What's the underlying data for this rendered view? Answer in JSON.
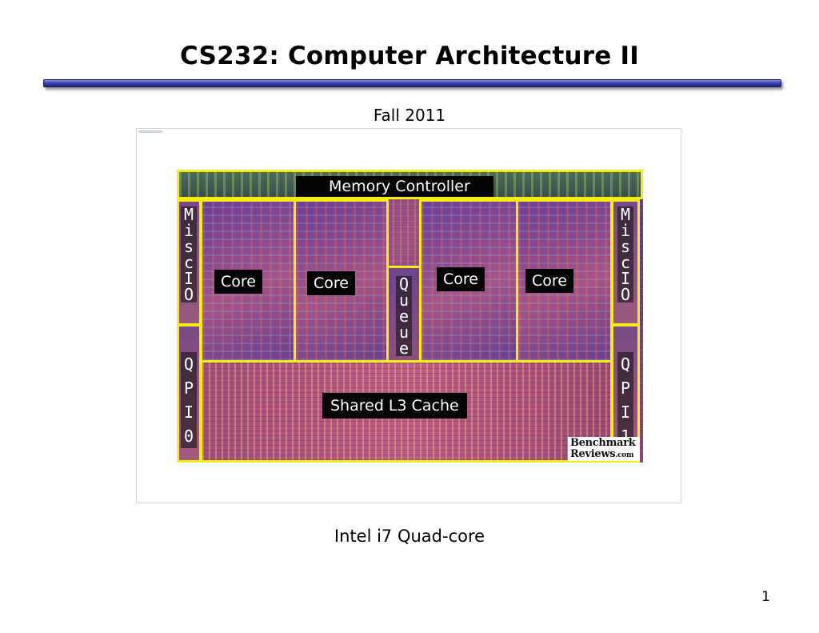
{
  "slide": {
    "title": "CS232: Computer Architecture II",
    "subtitle": "Fall 2011",
    "caption": "Intel i7 Quad-core",
    "page_number": "1"
  },
  "die": {
    "memory_controller": "Memory Controller",
    "cores": [
      "Core",
      "Core",
      "Core",
      "Core"
    ],
    "queue": "Queue",
    "misc_io_left": "MiscIO",
    "misc_io_right": "MiscIO",
    "qpi_left": "QPI0",
    "qpi_right": "QPI1",
    "l3": "Shared L3 Cache",
    "watermark_line1": "Benchmark",
    "watermark_line2": "Reviews",
    "watermark_suffix": ".com"
  },
  "colors": {
    "accent_rule": "#3e47b0",
    "block_outline": "#f4ec15"
  }
}
